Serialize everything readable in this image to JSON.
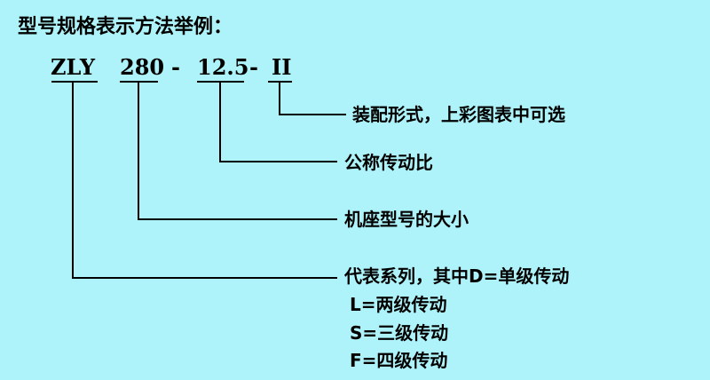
{
  "title": "型号规格表示方法举例：",
  "code": {
    "series": "ZLY",
    "size": "280",
    "dash1": "-",
    "ratio": "12.5",
    "dash2": "-",
    "assembly": "II"
  },
  "labels": {
    "assembly": "装配形式，上彩图表中可选",
    "ratio": "公称传动比",
    "size": "机座型号的大小",
    "series": "代表系列，其中D=单级传动",
    "series_l": "L=两级传动",
    "series_s": "S=三级传动",
    "series_f": "F=四级传动"
  },
  "colors": {
    "background": "#aef3f9",
    "text": "#000000"
  }
}
